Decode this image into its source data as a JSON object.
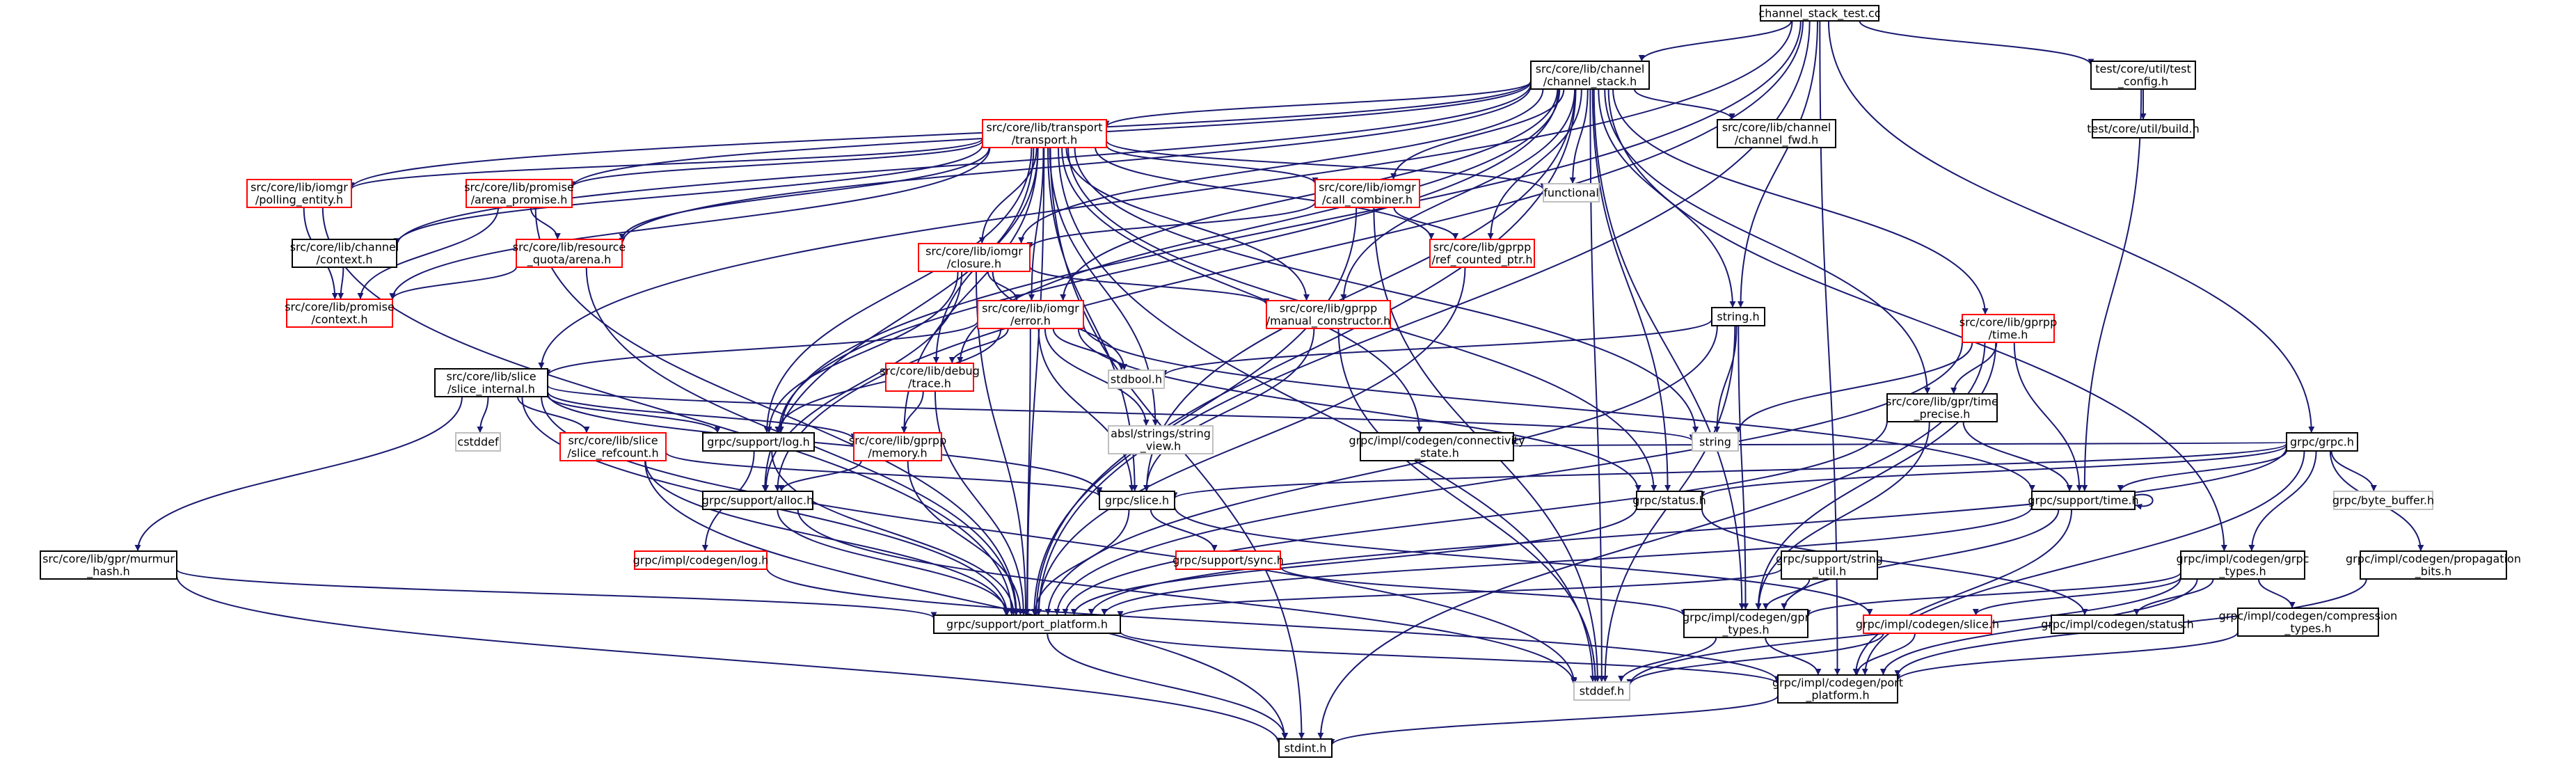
{
  "colors": {
    "edge": "#191970",
    "border_normal": "#000000",
    "border_incomplete": "#ff0000",
    "border_external": "#bfbfbf",
    "root_fill": "#bfbfbf"
  },
  "nodes": [
    {
      "id": "root",
      "lines": [
        "channel_stack_test.cc"
      ],
      "style": "root"
    },
    {
      "id": "chstack",
      "lines": [
        "src/core/lib/channel",
        "/channel_stack.h"
      ],
      "style": "normal"
    },
    {
      "id": "testcfg",
      "lines": [
        "test/core/util/test",
        "_config.h"
      ],
      "style": "normal"
    },
    {
      "id": "build",
      "lines": [
        "test/core/util/build.h"
      ],
      "style": "normal"
    },
    {
      "id": "transport",
      "lines": [
        "src/core/lib/transport",
        "/transport.h"
      ],
      "style": "red"
    },
    {
      "id": "chfwd",
      "lines": [
        "src/core/lib/channel",
        "/channel_fwd.h"
      ],
      "style": "normal"
    },
    {
      "id": "polling",
      "lines": [
        "src/core/lib/iomgr",
        "/polling_entity.h"
      ],
      "style": "red"
    },
    {
      "id": "arenaprom",
      "lines": [
        "src/core/lib/promise",
        "/arena_promise.h"
      ],
      "style": "red"
    },
    {
      "id": "functional",
      "lines": [
        "functional"
      ],
      "style": "ext"
    },
    {
      "id": "callcomb",
      "lines": [
        "src/core/lib/iomgr",
        "/call_combiner.h"
      ],
      "style": "red"
    },
    {
      "id": "chcontext",
      "lines": [
        "src/core/lib/channel",
        "/context.h"
      ],
      "style": "normal"
    },
    {
      "id": "resquota",
      "lines": [
        "src/core/lib/resource",
        "_quota/arena.h"
      ],
      "style": "red"
    },
    {
      "id": "closure",
      "lines": [
        "src/core/lib/iomgr",
        "/closure.h"
      ],
      "style": "red"
    },
    {
      "id": "refcounted",
      "lines": [
        "src/core/lib/gprpp",
        "/ref_counted_ptr.h"
      ],
      "style": "red"
    },
    {
      "id": "promctx",
      "lines": [
        "src/core/lib/promise",
        "/context.h"
      ],
      "style": "red"
    },
    {
      "id": "error",
      "lines": [
        "src/core/lib/iomgr",
        "/error.h"
      ],
      "style": "red"
    },
    {
      "id": "manual",
      "lines": [
        "src/core/lib/gprpp",
        "/manual_constructor.h"
      ],
      "style": "red"
    },
    {
      "id": "stringh",
      "lines": [
        "string.h"
      ],
      "style": "normal"
    },
    {
      "id": "time",
      "lines": [
        "src/core/lib/gprpp",
        "/time.h"
      ],
      "style": "red"
    },
    {
      "id": "grpch",
      "lines": [
        "grpc/grpc.h"
      ],
      "style": "normal"
    },
    {
      "id": "sliceint",
      "lines": [
        "src/core/lib/slice",
        "/slice_internal.h"
      ],
      "style": "normal"
    },
    {
      "id": "stdbool",
      "lines": [
        "stdbool.h"
      ],
      "style": "ext"
    },
    {
      "id": "trace",
      "lines": [
        "src/core/lib/debug",
        "/trace.h"
      ],
      "style": "red"
    },
    {
      "id": "absl",
      "lines": [
        "absl/strings/string",
        "_view.h"
      ],
      "style": "ext"
    },
    {
      "id": "string",
      "lines": [
        "string"
      ],
      "style": "ext"
    },
    {
      "id": "timeprec",
      "lines": [
        "src/core/lib/gpr/time",
        "_precise.h"
      ],
      "style": "normal"
    },
    {
      "id": "cstddef",
      "lines": [
        "cstddef"
      ],
      "style": "ext"
    },
    {
      "id": "slicerc",
      "lines": [
        "src/core/lib/slice",
        "/slice_refcount.h"
      ],
      "style": "red"
    },
    {
      "id": "log",
      "lines": [
        "grpc/support/log.h"
      ],
      "style": "normal"
    },
    {
      "id": "memory",
      "lines": [
        "src/core/lib/gprpp",
        "/memory.h"
      ],
      "style": "red"
    },
    {
      "id": "connstate",
      "lines": [
        "grpc/impl/codegen/connectivity",
        "_state.h"
      ],
      "style": "normal"
    },
    {
      "id": "slice",
      "lines": [
        "grpc/slice.h"
      ],
      "style": "normal"
    },
    {
      "id": "alloc",
      "lines": [
        "grpc/support/alloc.h"
      ],
      "style": "normal"
    },
    {
      "id": "status",
      "lines": [
        "grpc/status.h"
      ],
      "style": "normal"
    },
    {
      "id": "suptime",
      "lines": [
        "grpc/support/time.h"
      ],
      "style": "normal"
    },
    {
      "id": "bytebuf",
      "lines": [
        "grpc/byte_buffer.h"
      ],
      "style": "ext"
    },
    {
      "id": "murmur",
      "lines": [
        "src/core/lib/gpr/murmur",
        "_hash.h"
      ],
      "style": "normal"
    },
    {
      "id": "codeglog",
      "lines": [
        "grpc/impl/codegen/log.h"
      ],
      "style": "red"
    },
    {
      "id": "sync",
      "lines": [
        "grpc/support/sync.h"
      ],
      "style": "red"
    },
    {
      "id": "strutil",
      "lines": [
        "grpc/support/string",
        "_util.h"
      ],
      "style": "normal"
    },
    {
      "id": "grpctypes",
      "lines": [
        "grpc/impl/codegen/grpc",
        "_types.h"
      ],
      "style": "normal"
    },
    {
      "id": "propbits",
      "lines": [
        "grpc/impl/codegen/propagation",
        "_bits.h"
      ],
      "style": "normal"
    },
    {
      "id": "portplat",
      "lines": [
        "grpc/support/port_platform.h"
      ],
      "style": "normal"
    },
    {
      "id": "gprtypes",
      "lines": [
        "grpc/impl/codegen/gpr",
        "_types.h"
      ],
      "style": "normal"
    },
    {
      "id": "cgslice",
      "lines": [
        "grpc/impl/codegen/slice.h"
      ],
      "style": "red"
    },
    {
      "id": "cgstatus",
      "lines": [
        "grpc/impl/codegen/status.h"
      ],
      "style": "normal"
    },
    {
      "id": "compress",
      "lines": [
        "grpc/impl/codegen/compression",
        "_types.h"
      ],
      "style": "normal"
    },
    {
      "id": "stddef",
      "lines": [
        "stddef.h"
      ],
      "style": "ext"
    },
    {
      "id": "cgport",
      "lines": [
        "grpc/impl/codegen/port",
        "_platform.h"
      ],
      "style": "normal"
    },
    {
      "id": "stdint",
      "lines": [
        "stdint.h"
      ],
      "style": "normal"
    }
  ],
  "edges": [
    [
      "root",
      "chstack"
    ],
    [
      "root",
      "testcfg"
    ],
    [
      "root",
      "stringh"
    ],
    [
      "root",
      "grpch"
    ],
    [
      "root",
      "sliceint"
    ],
    [
      "root",
      "log"
    ],
    [
      "root",
      "alloc"
    ],
    [
      "root",
      "portplat"
    ],
    [
      "root",
      "cgport"
    ],
    [
      "testcfg",
      "build"
    ],
    [
      "testcfg",
      "suptime"
    ],
    [
      "chstack",
      "transport"
    ],
    [
      "chstack",
      "chfwd"
    ],
    [
      "chstack",
      "polling"
    ],
    [
      "chstack",
      "arenaprom"
    ],
    [
      "chstack",
      "functional"
    ],
    [
      "chstack",
      "callcomb"
    ],
    [
      "chstack",
      "chcontext"
    ],
    [
      "chstack",
      "resquota"
    ],
    [
      "chstack",
      "closure"
    ],
    [
      "chstack",
      "refcounted"
    ],
    [
      "chstack",
      "error"
    ],
    [
      "chstack",
      "manual"
    ],
    [
      "chstack",
      "stringh"
    ],
    [
      "chstack",
      "time"
    ],
    [
      "chstack",
      "trace"
    ],
    [
      "chstack",
      "timeprec"
    ],
    [
      "chstack",
      "log"
    ],
    [
      "chstack",
      "slice"
    ],
    [
      "chstack",
      "status"
    ],
    [
      "chstack",
      "grpctypes"
    ],
    [
      "chstack",
      "portplat"
    ],
    [
      "chstack",
      "stddef"
    ],
    [
      "chstack",
      "gprtypes"
    ],
    [
      "transport",
      "polling"
    ],
    [
      "transport",
      "arenaprom"
    ],
    [
      "transport",
      "functional"
    ],
    [
      "transport",
      "callcomb"
    ],
    [
      "transport",
      "chcontext"
    ],
    [
      "transport",
      "resquota"
    ],
    [
      "transport",
      "closure"
    ],
    [
      "transport",
      "refcounted"
    ],
    [
      "transport",
      "promctx"
    ],
    [
      "transport",
      "error"
    ],
    [
      "transport",
      "manual"
    ],
    [
      "transport",
      "trace"
    ],
    [
      "transport",
      "absl"
    ],
    [
      "transport",
      "string"
    ],
    [
      "transport",
      "log"
    ],
    [
      "transport",
      "memory"
    ],
    [
      "transport",
      "connstate"
    ],
    [
      "transport",
      "slice"
    ],
    [
      "transport",
      "alloc"
    ],
    [
      "transport",
      "status"
    ],
    [
      "transport",
      "portplat"
    ],
    [
      "transport",
      "stddef"
    ],
    [
      "transport",
      "stdint"
    ],
    [
      "polling",
      "promctx"
    ],
    [
      "polling",
      "portplat"
    ],
    [
      "arenaprom",
      "resquota"
    ],
    [
      "arenaprom",
      "promctx"
    ],
    [
      "arenaprom",
      "portplat"
    ],
    [
      "chcontext",
      "promctx"
    ],
    [
      "resquota",
      "promctx"
    ],
    [
      "resquota",
      "portplat"
    ],
    [
      "callcomb",
      "closure"
    ],
    [
      "callcomb",
      "refcounted"
    ],
    [
      "callcomb",
      "portplat"
    ],
    [
      "callcomb",
      "stddef"
    ],
    [
      "closure",
      "error"
    ],
    [
      "closure",
      "manual"
    ],
    [
      "closure",
      "stdbool"
    ],
    [
      "closure",
      "log"
    ],
    [
      "closure",
      "alloc"
    ],
    [
      "closure",
      "portplat"
    ],
    [
      "refcounted",
      "portplat"
    ],
    [
      "error",
      "sliceint"
    ],
    [
      "error",
      "trace"
    ],
    [
      "error",
      "stdbool"
    ],
    [
      "error",
      "log"
    ],
    [
      "error",
      "absl"
    ],
    [
      "error",
      "slice"
    ],
    [
      "error",
      "status"
    ],
    [
      "error",
      "suptime"
    ],
    [
      "error",
      "portplat"
    ],
    [
      "manual",
      "slice"
    ],
    [
      "manual",
      "stddef"
    ],
    [
      "stringh",
      "stdbool"
    ],
    [
      "stringh",
      "string"
    ],
    [
      "stringh",
      "gprtypes"
    ],
    [
      "stringh",
      "stddef"
    ],
    [
      "stringh",
      "portplat"
    ],
    [
      "time",
      "string"
    ],
    [
      "time",
      "timeprec"
    ],
    [
      "time",
      "suptime"
    ],
    [
      "time",
      "gprtypes"
    ],
    [
      "time",
      "portplat"
    ],
    [
      "time",
      "stdint"
    ],
    [
      "timeprec",
      "suptime"
    ],
    [
      "timeprec",
      "gprtypes"
    ],
    [
      "timeprec",
      "portplat"
    ],
    [
      "grpch",
      "slice"
    ],
    [
      "grpch",
      "status"
    ],
    [
      "grpch",
      "suptime"
    ],
    [
      "grpch",
      "connstate"
    ],
    [
      "grpch",
      "bytebuf"
    ],
    [
      "grpch",
      "grpctypes"
    ],
    [
      "grpch",
      "propbits"
    ],
    [
      "grpch",
      "portplat"
    ],
    [
      "grpch",
      "cgport"
    ],
    [
      "sliceint",
      "cstddef"
    ],
    [
      "sliceint",
      "string"
    ],
    [
      "sliceint",
      "slicerc"
    ],
    [
      "sliceint",
      "log"
    ],
    [
      "sliceint",
      "memory"
    ],
    [
      "sliceint",
      "slice"
    ],
    [
      "sliceint",
      "murmur"
    ],
    [
      "sliceint",
      "portplat"
    ],
    [
      "sliceint",
      "stddef"
    ],
    [
      "trace",
      "memory"
    ],
    [
      "trace",
      "portplat"
    ],
    [
      "slicerc",
      "slice"
    ],
    [
      "slicerc",
      "portplat"
    ],
    [
      "slicerc",
      "stdint"
    ],
    [
      "log",
      "codeglog"
    ],
    [
      "log",
      "portplat"
    ],
    [
      "memory",
      "alloc"
    ],
    [
      "memory",
      "portplat"
    ],
    [
      "slice",
      "sync"
    ],
    [
      "slice",
      "cgslice"
    ],
    [
      "slice",
      "portplat"
    ],
    [
      "alloc",
      "portplat"
    ],
    [
      "alloc",
      "stddef"
    ],
    [
      "status",
      "cgstatus"
    ],
    [
      "status",
      "portplat"
    ],
    [
      "suptime",
      "gprtypes"
    ],
    [
      "suptime",
      "portplat"
    ],
    [
      "suptime",
      "cgport"
    ],
    [
      "suptime",
      "suptime"
    ],
    [
      "murmur",
      "portplat"
    ],
    [
      "murmur",
      "stdint"
    ],
    [
      "codeglog",
      "cgport"
    ],
    [
      "sync",
      "gprtypes"
    ],
    [
      "strutil",
      "gprtypes"
    ],
    [
      "strutil",
      "portplat"
    ],
    [
      "grpctypes",
      "gprtypes"
    ],
    [
      "grpctypes",
      "cgslice"
    ],
    [
      "grpctypes",
      "cgstatus"
    ],
    [
      "grpctypes",
      "compress"
    ],
    [
      "grpctypes",
      "stddef"
    ],
    [
      "grpctypes",
      "cgport"
    ],
    [
      "propbits",
      "cgport"
    ],
    [
      "portplat",
      "cgport"
    ],
    [
      "portplat",
      "stdint"
    ],
    [
      "gprtypes",
      "cgport"
    ],
    [
      "gprtypes",
      "stddef"
    ],
    [
      "cgslice",
      "cgport"
    ],
    [
      "cgslice",
      "stddef"
    ],
    [
      "compress",
      "cgport"
    ],
    [
      "cgport",
      "stdint"
    ]
  ]
}
